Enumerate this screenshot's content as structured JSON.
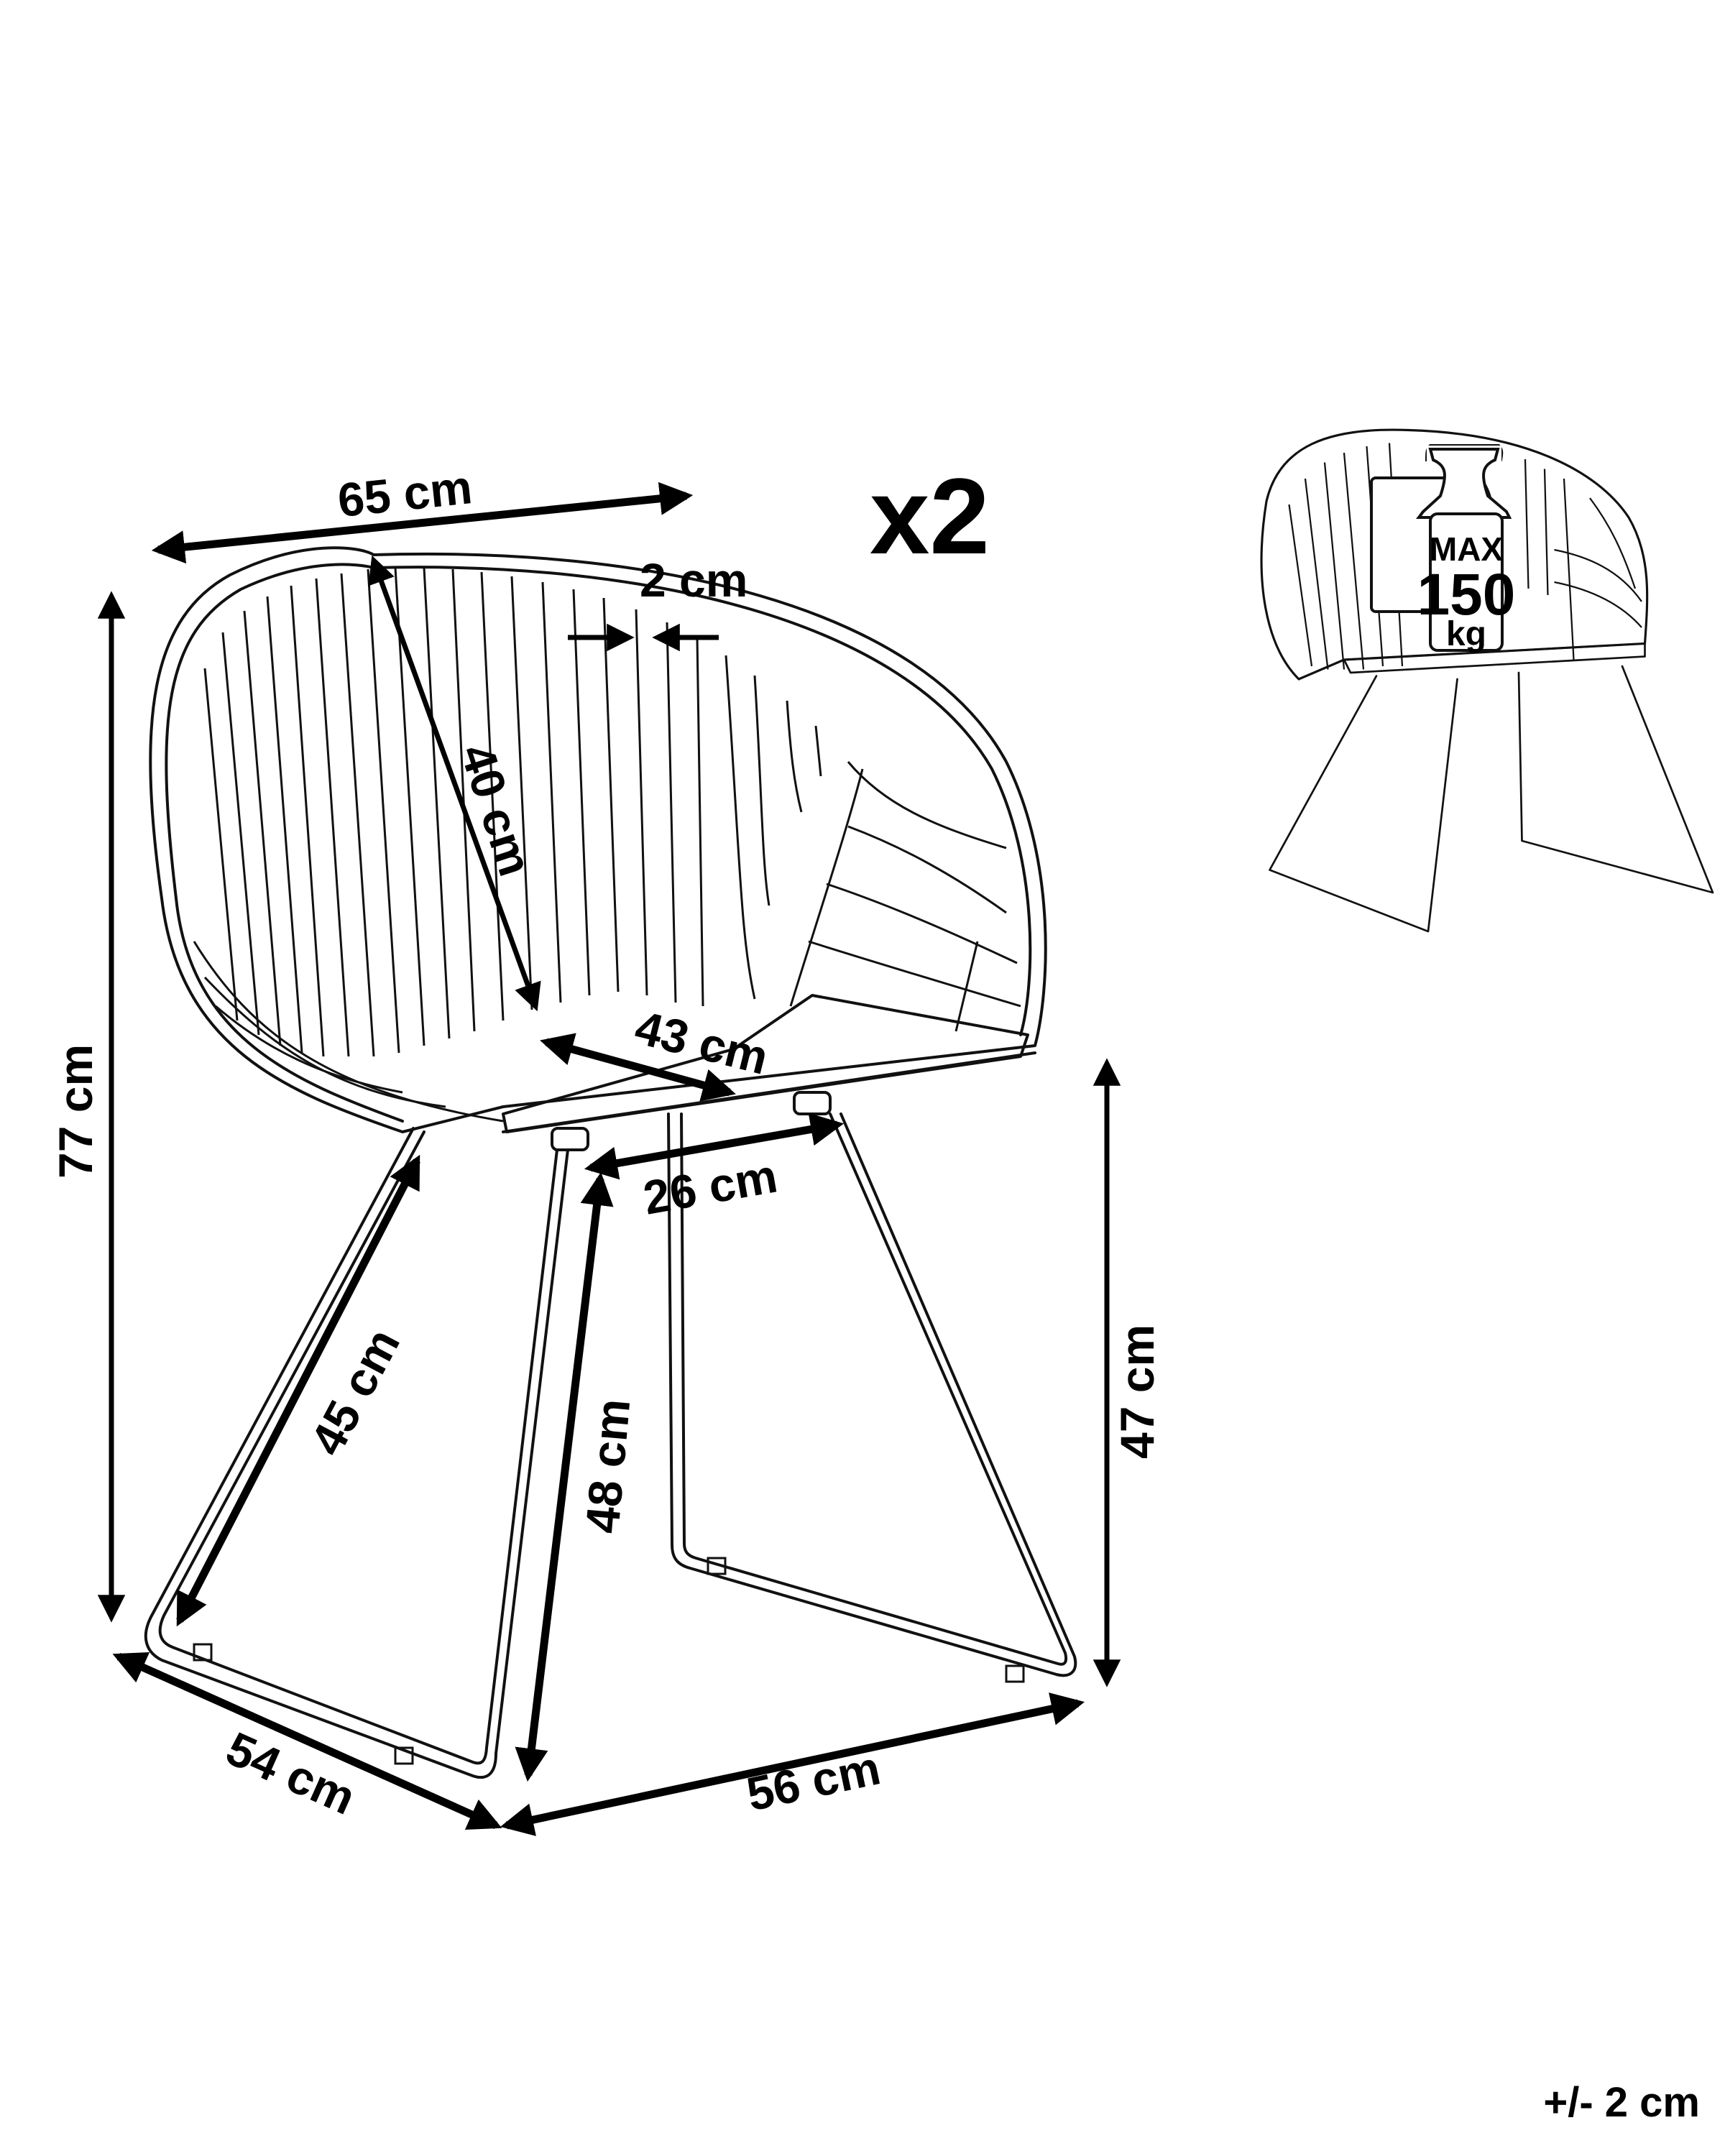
{
  "quantity_label": "x2",
  "tolerance_label": "+/- 2 cm",
  "dimensions": {
    "width_top": "65 cm",
    "wire_gap": "2 cm",
    "backrest_height": "40 cm",
    "seat_depth": "43 cm",
    "leg_gap": "26 cm",
    "overall_height": "77 cm",
    "front_leg_length": "45 cm",
    "rear_leg_length": "48 cm",
    "seat_height": "47 cm",
    "base_depth": "54 cm",
    "base_width": "56 cm"
  },
  "load_badge": {
    "line1": "MAX",
    "line2": "150",
    "line3": "kg"
  },
  "colors": {
    "ink": "#000000",
    "background": "#ffffff"
  }
}
